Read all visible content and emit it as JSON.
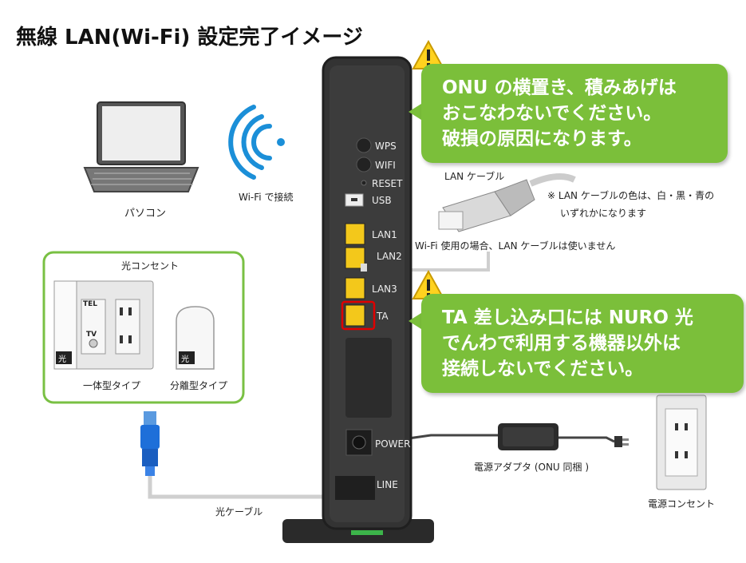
{
  "title": "無線 LAN(Wi-Fi) 設定完了イメージ",
  "labels": {
    "pc": "パソコン",
    "wifi": "Wi-Fi で接続",
    "outlet_group": "光コンセント",
    "integrated": "一体型タイプ",
    "separate": "分離型タイプ",
    "optical_cable": "光ケーブル",
    "lan_cable": "LAN ケーブル",
    "lan_note_1": "※ LAN ケーブルの色は、白・黒・青の",
    "lan_note_2": "いずれかになります",
    "wifi_note": "Wi-Fi 使用の場合、LAN ケーブルは使いません",
    "adapter": "電源アダプタ (ONU 同梱 )",
    "power_outlet": "電源コンセント",
    "tel": "TEL",
    "tv": "TV",
    "hikari": "光"
  },
  "ports": {
    "wps": "WPS",
    "wifi": "WIFI",
    "reset": "RESET",
    "usb": "USB",
    "lan1": "LAN1",
    "lan2": "LAN2",
    "lan3": "LAN3",
    "ta": "TA",
    "power": "POWER",
    "line": "LINE"
  },
  "warnings": [
    {
      "icon": "warning-icon",
      "lines": [
        "ONU の横置き、積みあげは",
        "おこなわないでください。",
        "破損の原因になります。"
      ]
    },
    {
      "icon": "warning-icon",
      "lines": [
        "TA 差し込み口には NURO 光",
        "でんわで利用する機器以外は",
        "接続しないでください。"
      ]
    }
  ],
  "colors": {
    "bubble": "#7bbf3a",
    "device": "#3a3a3a",
    "port_yellow": "#f3c81b",
    "highlight": "#e00000",
    "wifi_blue": "#1b8fd8",
    "connector_blue": "#1e6fd9",
    "outlet_frame": "#79c043"
  }
}
